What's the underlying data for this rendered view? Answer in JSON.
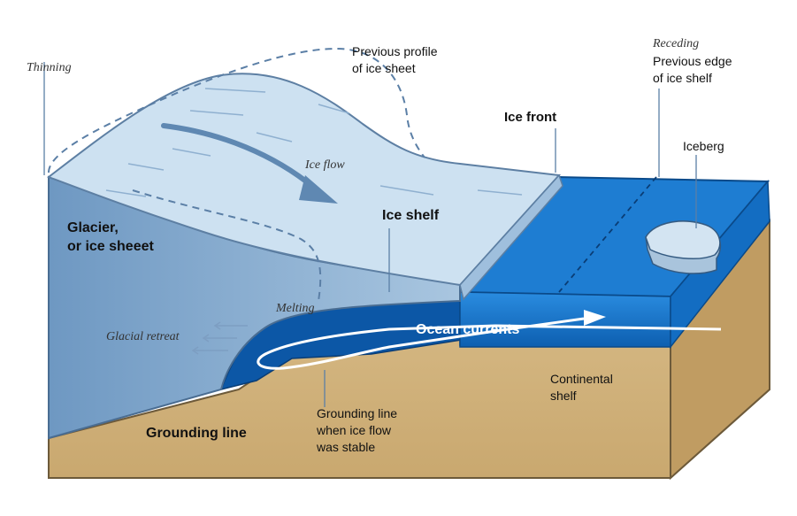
{
  "labels": {
    "thinning": "Thinning",
    "previous_profile_line1": "Previous profile",
    "previous_profile_line2": "of ice sheet",
    "receding": "Receding",
    "previous_edge_line1": "Previous edge",
    "previous_edge_line2": "of ice shelf",
    "ice_front": "Ice front",
    "iceberg": "Iceberg",
    "ice_flow": "Ice flow",
    "ice_shelf": "Ice shelf",
    "glacier_line1": "Glacier,",
    "glacier_line2": "or ice sheeet",
    "melting": "Melting",
    "glacial_retreat": "Glacial retreat",
    "ocean_currents": "Ocean currents",
    "continental_shelf_line1": "Continental",
    "continental_shelf_line2": "shelf",
    "grounding_line": "Grounding line",
    "grounding_stable_line1": "Grounding line",
    "grounding_stable_line2": "when ice flow",
    "grounding_stable_line3": "was stable"
  },
  "colors": {
    "ice_top": "#c9dff0",
    "ice_side": "#7fa8cc",
    "ocean_top": "#1f7fd0",
    "ocean_deep": "#0b5aa8",
    "ground": "#d9bd8a",
    "ground_dark": "#b8955c",
    "annotation": "#5b7fa6"
  }
}
